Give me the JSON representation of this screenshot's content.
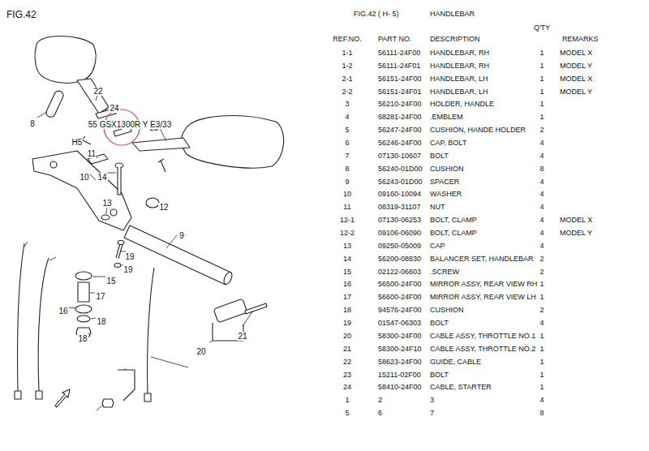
{
  "diagram": {
    "labels": [
      "FIG.42",
      "FIG.42 ( H- 5)",
      "HANDLEBAR",
      "Q'TY",
      "REF.NO.",
      "PART NO.",
      "DESCRIPTION",
      "REMARKS",
      "1-1",
      "56111-24F00",
      "HANDLEBAR, RH",
      "1",
      "MODEL X",
      "1-2",
      "56111-24F01",
      "HANDLEBAR, RH",
      "1",
      "MODEL Y",
      "2-1",
      "56151-24F00",
      "HANDLEBAR, LH",
      "1",
      "MODEL X",
      "2-2",
      "56151-24F01",
      "HANDLEBAR, LH",
      "1",
      "MODEL Y",
      "3",
      "56210-24F00",
      "HOLDER, HANDLE",
      "1",
      "4",
      "68281-24F00",
      ".EMBLEM",
      "1",
      "5",
      "56247-24F00",
      "CUSHION, HANDE HOLDER",
      "2",
      "6",
      "56246-24F00",
      "CAP, BOLT",
      "4",
      "7",
      "07130-10607",
      "BOLT",
      "4",
      "8",
      "56240-01D00",
      "CUSHION",
      "8",
      "9",
      "56243-01D00",
      "SPACER",
      "4",
      "10",
      "09160-10094",
      "WASHER",
      "4",
      "11",
      "08319-31107",
      "NUT",
      "4",
      "12-1",
      "07130-06253",
      "BOLT, CLAMP",
      "4",
      "MODEL X",
      "12-2",
      "09106-06090",
      "BOLT, CLAMP",
      "4",
      "MODEL Y",
      "13",
      "09250-05009",
      "CAP",
      "4",
      "14",
      "56200-08830",
      "BALANCER SET, HANDLEBAR",
      "2",
      "15",
      "02122-06603",
      ".SCREW",
      "2",
      "16",
      "56500-24F00",
      "MIRROR ASSY, REAR VIEW RH",
      "1",
      "17",
      "56600-24F00",
      "MIRROR ASSY, REAR VIEW LH",
      "1",
      "18",
      "94576-24F00",
      "CUSHION",
      "2",
      "19",
      "01547-06303",
      "BOLT",
      "4",
      "20",
      "58300-24F00",
      "CABLE ASSY, THROTTLE NO.1",
      "1",
      "21",
      "58300-24F10",
      "CABLE ASSY, THROTTLE NO.2",
      "1",
      "22",
      "58623-24F00",
      "GUIDE, CABLE",
      "1",
      "23",
      "15211-02F00",
      "BOLT",
      "1",
      "24",
      "58410-24F00",
      "CABLE, STARTER",
      "1",
      "1",
      "2",
      "3",
      "4",
      "5",
      "6",
      "7",
      "8",
      "8",
      "9",
      "10",
      "11",
      "12",
      "13",
      "14",
      "15",
      "16",
      "17",
      "18",
      "18",
      "19",
      "19",
      "20",
      "21",
      "22",
      "23",
      "24",
      "55 GSX1300R Y E3/33",
      "H5"
    ]
  }
}
